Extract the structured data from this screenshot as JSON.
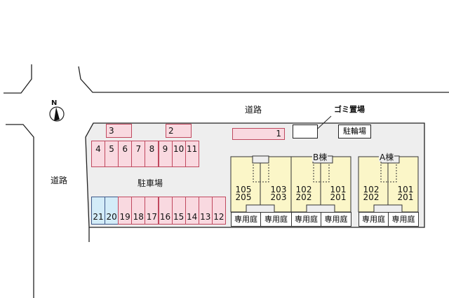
{
  "labels": {
    "road_top": "道路",
    "road_left": "道路",
    "parking_lot": "駐車場",
    "garbage": "ゴミ置場",
    "bicycle": "駐輪場",
    "building_b": "B棟",
    "building_a": "A棟",
    "compass_n": "N"
  },
  "parking": {
    "top_single": [
      "3",
      "2"
    ],
    "top_row": [
      "4",
      "5",
      "6",
      "7",
      "8",
      "9",
      "10",
      "11"
    ],
    "bottom_row": [
      "21",
      "20",
      "19",
      "18",
      "17",
      "16",
      "15",
      "14",
      "13",
      "12"
    ],
    "bottom_row_blue": [
      "21",
      "20"
    ],
    "right_single": "1"
  },
  "buildings": {
    "b_units": [
      {
        "rooms": [
          "105",
          "205"
        ],
        "garden": "専用庭"
      },
      {
        "rooms": [
          "103",
          "203"
        ],
        "garden": "専用庭"
      },
      {
        "rooms": [
          "102",
          "202"
        ],
        "garden": "専用庭"
      },
      {
        "rooms": [
          "101",
          "201"
        ],
        "garden": "専用庭"
      }
    ],
    "a_units": [
      {
        "rooms": [
          "102",
          "202"
        ],
        "garden": "専用庭"
      },
      {
        "rooms": [
          "101",
          "201"
        ],
        "garden": "専用庭"
      }
    ]
  },
  "colors": {
    "parking_pink": "#f9d9e0",
    "parking_blue": "#d3ecf8",
    "building_yellow": "#fbf6c8",
    "lot_gray": "#eeeeee"
  }
}
